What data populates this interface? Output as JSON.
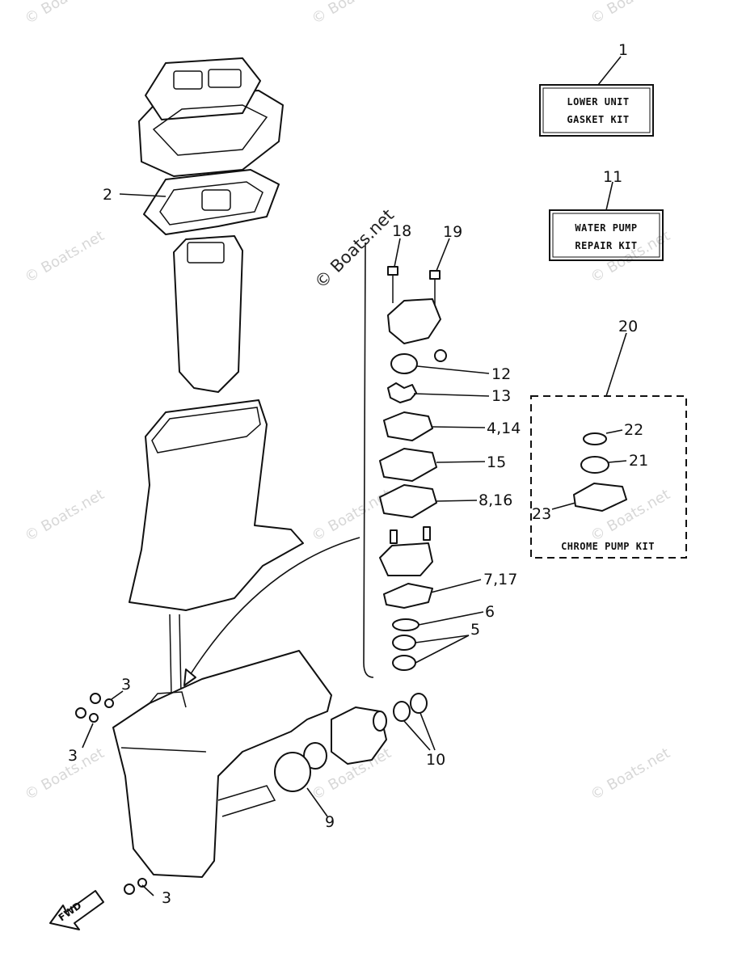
{
  "watermark": "© Boats.net",
  "kits": {
    "lower_unit": {
      "line1": "LOWER UNIT",
      "line2": "GASKET KIT"
    },
    "water_pump": {
      "line1": "WATER PUMP",
      "line2": "REPAIR KIT"
    },
    "chrome_pump": {
      "label": "CHROME PUMP KIT"
    }
  },
  "fwd_label": "FWD",
  "callouts": {
    "c1": "1",
    "c2": "2",
    "c3a": "3",
    "c3b": "3",
    "c3c": "3",
    "c4_14": "4,14",
    "c5": "5",
    "c6": "6",
    "c7_17": "7,17",
    "c8_16": "8,16",
    "c9": "9",
    "c10": "10",
    "c11": "11",
    "c12": "12",
    "c13": "13",
    "c15": "15",
    "c18": "18",
    "c19": "19",
    "c20": "20",
    "c21": "21",
    "c22": "22",
    "c23": "23"
  }
}
